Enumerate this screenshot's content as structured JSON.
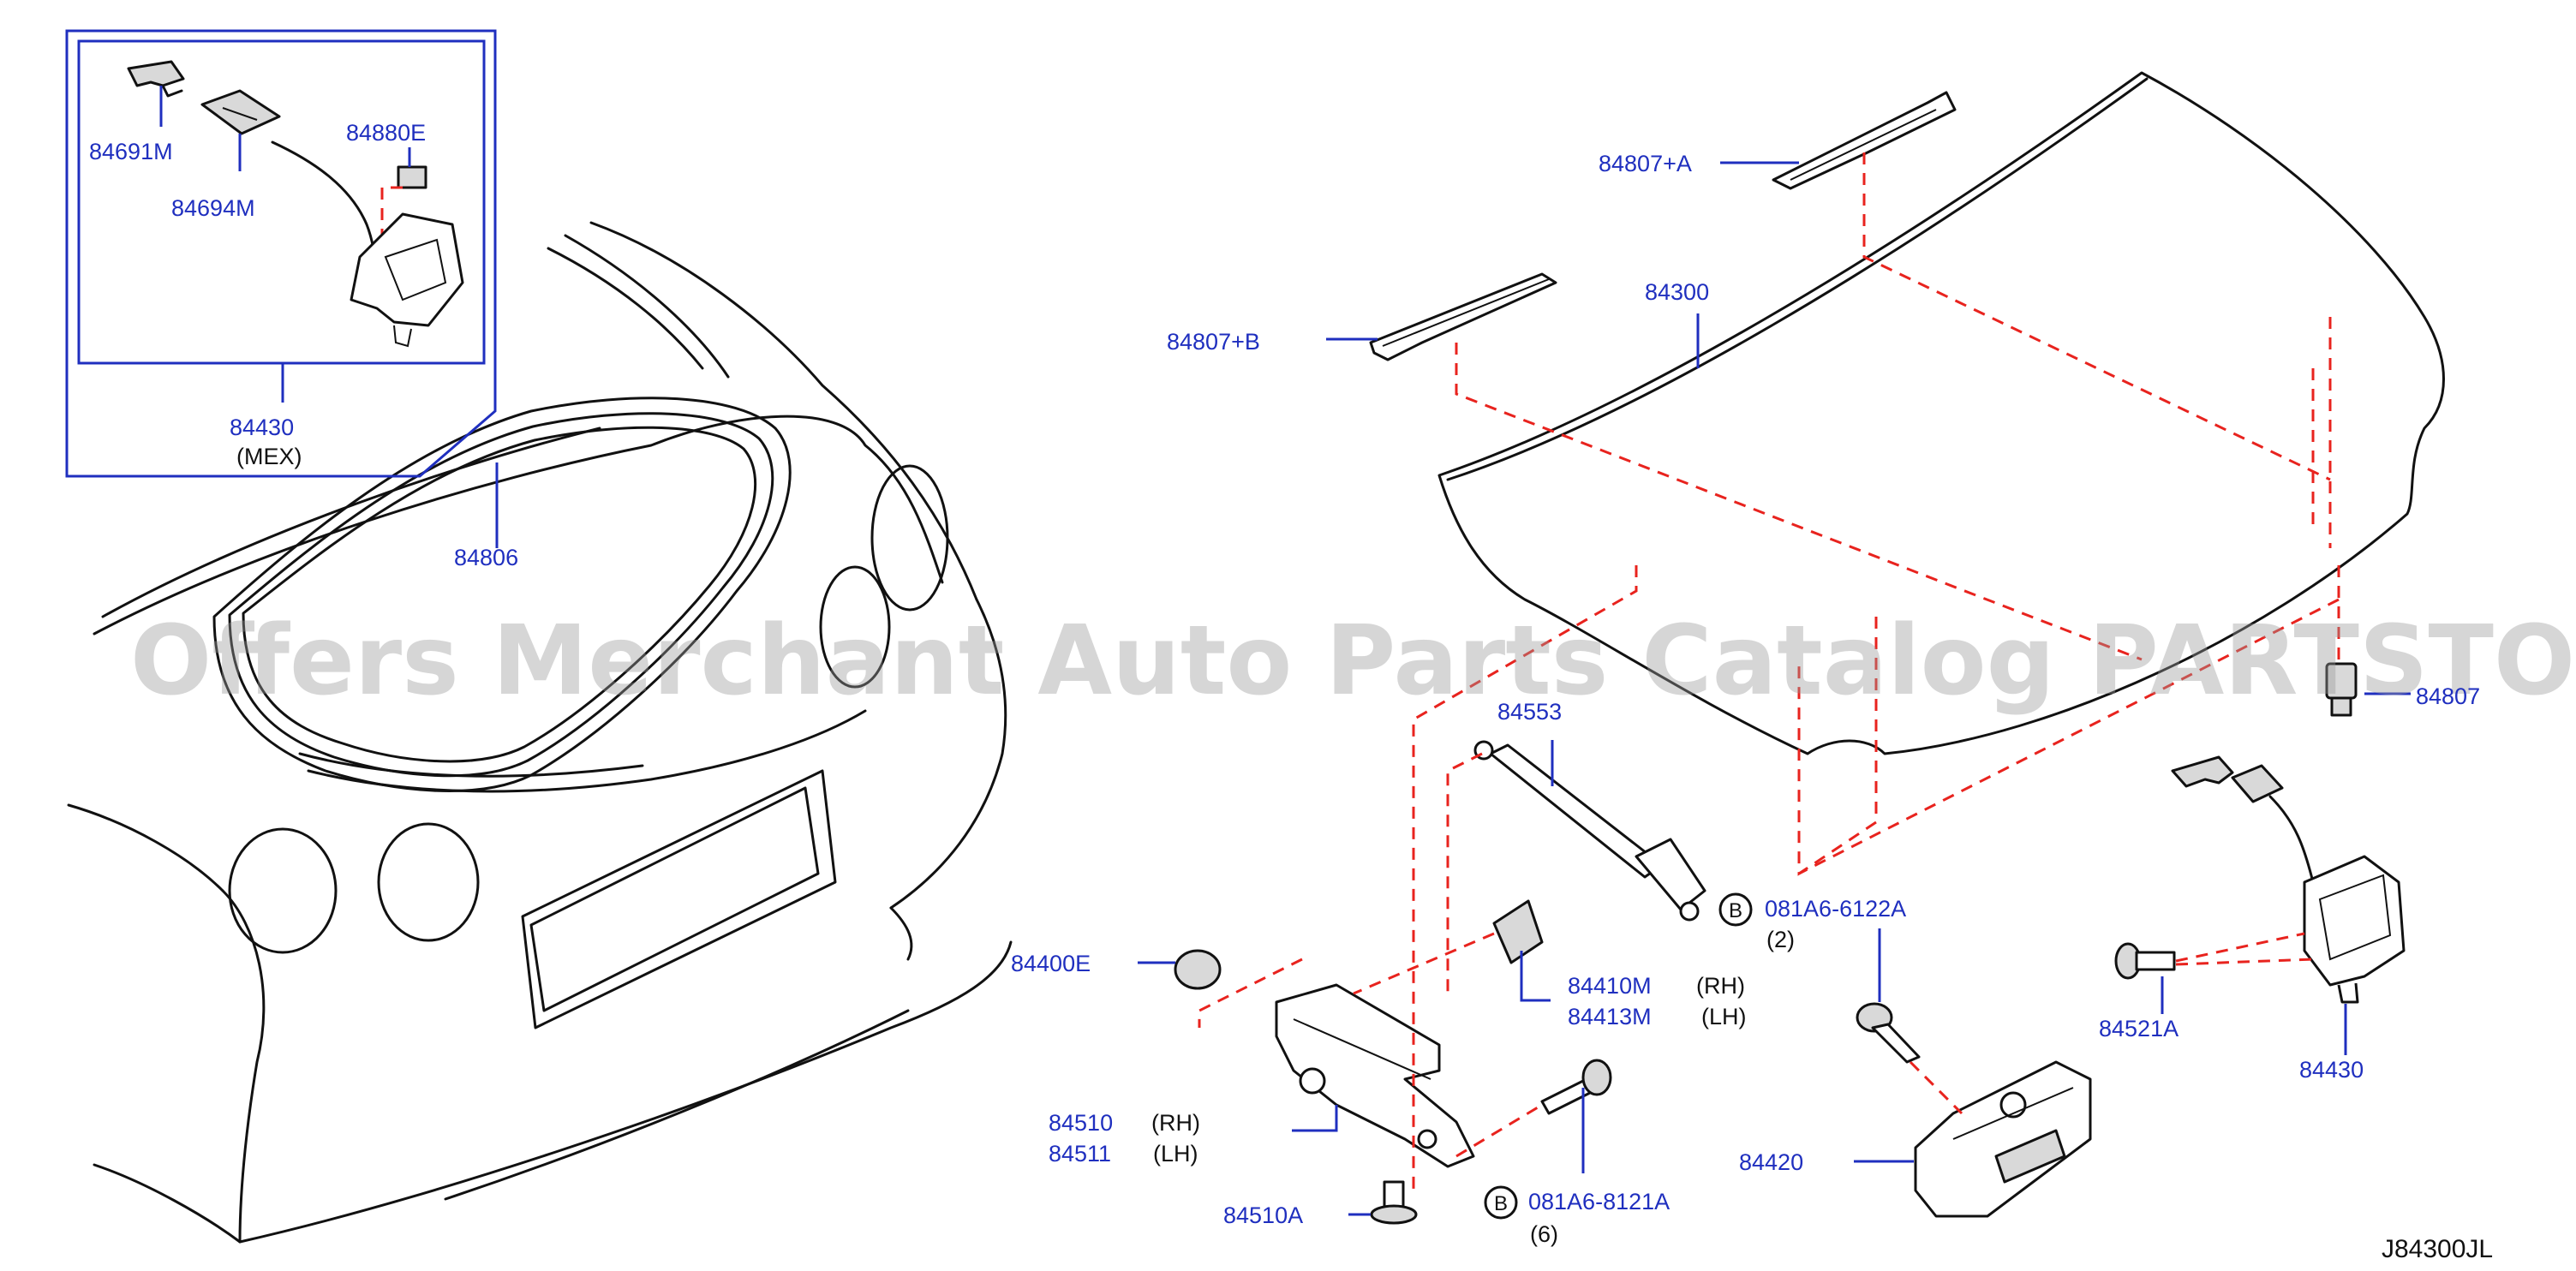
{
  "watermark": "Offers Merchant Auto Parts Catalog PARTSTORE.SA",
  "figure_code": "J84300JL",
  "inset": {
    "group_number": "84430",
    "group_note": "(MEX)",
    "parts": [
      "84691M",
      "84694M",
      "84880E"
    ]
  },
  "callouts": {
    "p84806": "84806",
    "p84807A": "84807+A",
    "p84807B": "84807+B",
    "p84300": "84300",
    "p84807": "84807",
    "p84553": "84553",
    "p84400E": "84400E",
    "p84410M": "84410M",
    "p84410M_side": "(RH)",
    "p84413M": "84413M",
    "p84413M_side": "(LH)",
    "p84510": "84510",
    "p84510_side": "(RH)",
    "p84511": "84511",
    "p84511_side": "(LH)",
    "p84510A": "84510A",
    "p84521A": "84521A",
    "p84430": "84430",
    "p84420": "84420"
  },
  "bolts": [
    {
      "badge": "B",
      "part": "081A6-6122A",
      "qty": "(2)"
    },
    {
      "badge": "B",
      "part": "081A6-8121A",
      "qty": "(6)"
    }
  ]
}
